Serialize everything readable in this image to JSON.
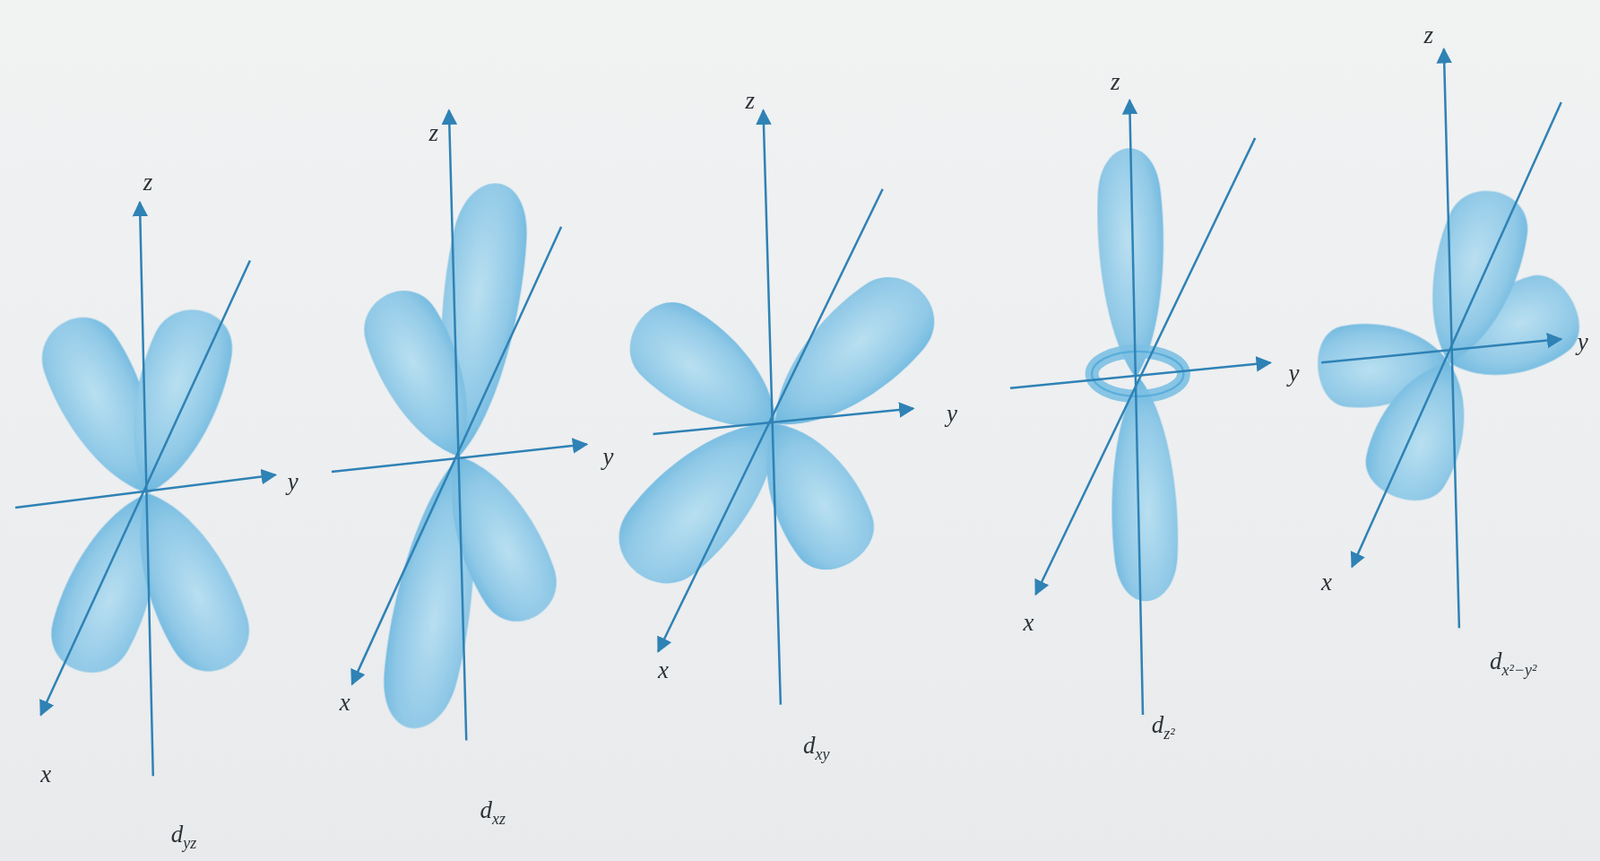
{
  "diagram": {
    "labels": [
      "z",
      "y",
      "x",
      "dyz",
      "z",
      "y",
      "x",
      "dxz",
      "z",
      "y",
      "x",
      "dxy",
      "z",
      "y",
      "x",
      "dz²",
      "z",
      "y",
      "x",
      "dx²−y²"
    ]
  }
}
